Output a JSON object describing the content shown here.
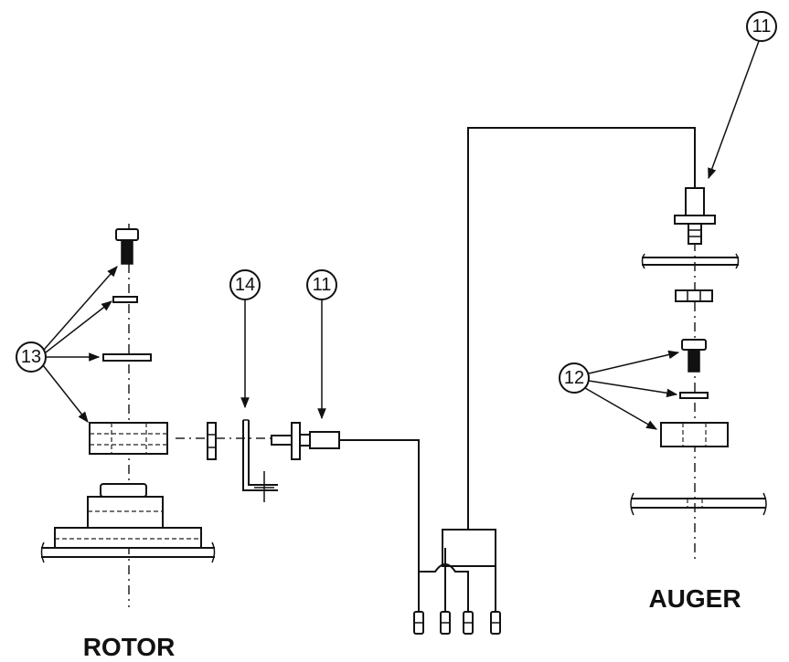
{
  "callouts": {
    "top_right": "11",
    "rotor_group": "13",
    "bracket": "14",
    "sensor": "11",
    "auger_group": "12"
  },
  "labels": {
    "rotor": "ROTOR",
    "auger": "AUGER"
  }
}
